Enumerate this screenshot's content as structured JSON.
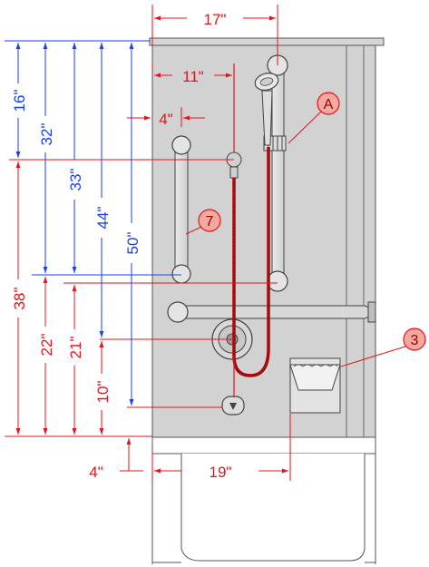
{
  "colors": {
    "red": "#e8131a",
    "blue": "#1a3ff0",
    "wall": "#d2d2d2",
    "wall_edge": "#555555",
    "bar": "#c8c8c8",
    "bar_edge": "#444444",
    "callout_fill": "#f4a9a0"
  },
  "dimensions": {
    "top_width": "17\"",
    "head_offset": "11\"",
    "bar_offset": "4\"",
    "blue_16": "16\"",
    "blue_32": "32\"",
    "blue_33": "33\"",
    "blue_44": "44\"",
    "blue_50": "50\"",
    "red_38": "38\"",
    "red_22": "22\"",
    "red_21": "21\"",
    "red_10": "10\"",
    "bottom_4": "4\"",
    "bottom_19": "19\""
  },
  "callouts": {
    "a": "A",
    "seven": "7",
    "three": "3"
  }
}
